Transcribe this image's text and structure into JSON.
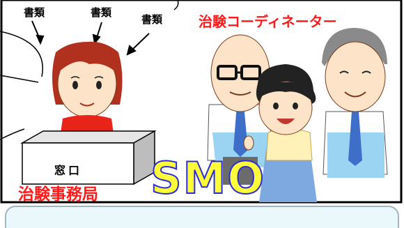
{
  "labels": {
    "document_1": "書類",
    "document_2": "書類",
    "document_3": "書類",
    "coordinator": "治験コーディネーター",
    "counter": "窓口",
    "office": "治験事務局",
    "smo": "SMO"
  },
  "colors": {
    "frame": "#000000",
    "bottom_box": "#eaf8fc",
    "bottom_box_border": "#9fb6bf",
    "red_text": "#ff1a1a",
    "smo_fill": "#fdfd3a",
    "smo_outline": "#2c2cd8",
    "skin": "#fde3c7",
    "hair": "#b0321e",
    "red_shirt": "#e8231a",
    "blue_shirt": "#9ad4f2",
    "tie": "#3d6fc9",
    "pants": "#6b6b6b",
    "dress": "#7ea8e0",
    "top": "#fff1b8"
  }
}
